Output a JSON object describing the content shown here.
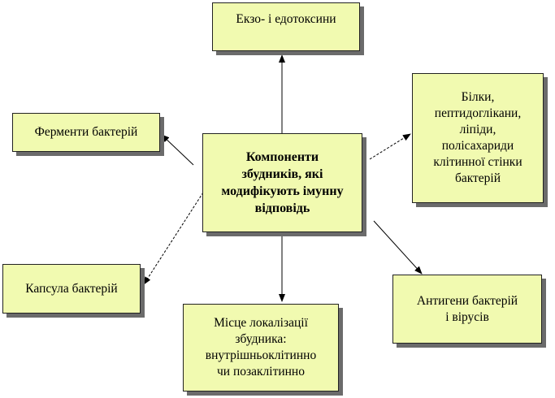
{
  "center": "Компоненти\nзбудників, які\nмодифікують імунну\nвідповідь",
  "nodes": {
    "toxins": "Екзо- і едотоксини",
    "cell_wall": "Білки,\nпептидоглікани,\nліпіди,\nполісахариди\nклітинної стінки\nбактерій",
    "enzymes": "Ферменти бактерій",
    "capsule": "Капсула бактерій",
    "location": "Місце локалізації\nзбудника:\nвнутрішньоклітинно\nчи позаклітинно",
    "antigens": "Антигени бактерій\nі вірусів"
  },
  "colors": {
    "box_fill": "#f1fab0",
    "box_shadow": "#6b6b6b"
  }
}
